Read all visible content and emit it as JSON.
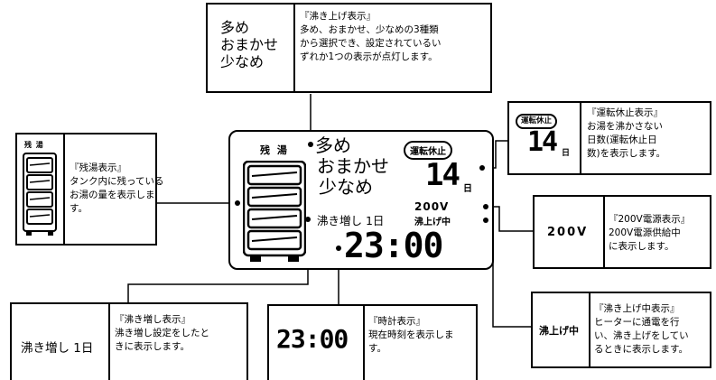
{
  "top_box": {
    "options": [
      "多め",
      "おまかせ",
      "少なめ"
    ],
    "title": "『沸き上げ表示』",
    "desc_lines": [
      "多め、おまかせ、少なめの3種類",
      "から選択でき、設定されているい",
      "ずれか1つの表示が点灯します。"
    ]
  },
  "left_box": {
    "mini_title": "残 湯",
    "title": "『残湯表示』",
    "desc_lines": [
      "タンク内に残っている",
      "お湯の量を表示しま",
      "す。"
    ]
  },
  "display": {
    "tank_label": "残 湯",
    "options": [
      "多め",
      "おまかせ",
      "少なめ"
    ],
    "stop_badge": "運転休止",
    "days_number": "14",
    "days_unit": "日",
    "voltage": "200V",
    "boiling": "沸上げ中",
    "additional": "沸き増し 1日",
    "clock": "23:00"
  },
  "right_stop": {
    "badge": "運転休止",
    "days_number": "14",
    "days_unit": "日",
    "title": "『運転休止表示』",
    "desc_lines": [
      "お湯を沸かさない",
      "日数(運転休止日",
      "数)を表示します。"
    ]
  },
  "right_200v": {
    "label": "200V",
    "title": "『200V電源表示』",
    "desc_lines": [
      "200V電源供給中",
      "に表示します。"
    ]
  },
  "right_boiling": {
    "label": "沸上げ中",
    "title": "『沸き上げ中表示』",
    "desc_lines": [
      "ヒーターに通電を行",
      "い、沸き上げをしてい",
      "るときに表示します。"
    ]
  },
  "bottom_add": {
    "label": "沸き増し 1日",
    "title": "『沸き増し表示』",
    "desc_lines": [
      "沸き増し設定をしたと",
      "きに表示します。"
    ]
  },
  "bottom_clock": {
    "label": "23:00",
    "title": "『時計表示』",
    "desc_lines": [
      "現在時刻を表示しま",
      "す。"
    ]
  }
}
